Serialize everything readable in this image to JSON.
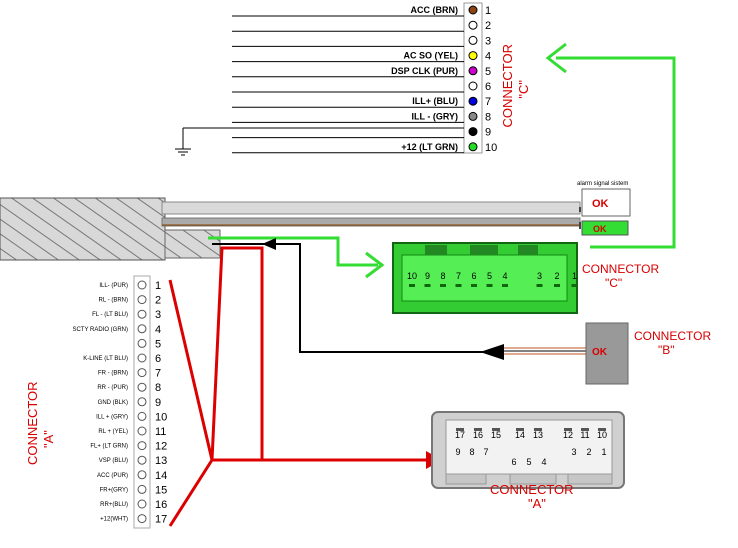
{
  "connector_c_pinout": {
    "title": "CONNECTOR \"C\"",
    "title_line1": "CONNECTOR",
    "title_line2": "\"C\"",
    "pins": [
      {
        "num": "1",
        "label": "ACC (BRN)",
        "color": "#8b4513"
      },
      {
        "num": "2",
        "label": "",
        "color": "#ffffff"
      },
      {
        "num": "3",
        "label": "",
        "color": "#ffffff"
      },
      {
        "num": "4",
        "label": "AC SO (YEL)",
        "color": "#ffff00"
      },
      {
        "num": "5",
        "label": "DSP CLK (PUR)",
        "color": "#cc00cc"
      },
      {
        "num": "6",
        "label": "",
        "color": "#ffffff"
      },
      {
        "num": "7",
        "label": "ILL+ (BLU)",
        "color": "#0000dd"
      },
      {
        "num": "8",
        "label": "ILL - (GRY)",
        "color": "#888888"
      },
      {
        "num": "9",
        "label": "",
        "color": "#000000"
      },
      {
        "num": "10",
        "label": "+12 (LT GRN)",
        "color": "#22dd22"
      }
    ]
  },
  "alarm": {
    "caption": "alarm signal sistem",
    "ok_white": "OK",
    "ok_green": "OK"
  },
  "connector_c_plug": {
    "pin_labels": [
      "10",
      "9",
      "8",
      "7",
      "6",
      "5",
      "4",
      "3",
      "2",
      "1"
    ],
    "caption_line1": "CONNECTOR",
    "caption_line2": "\"C\"",
    "color": "#33cc33"
  },
  "connector_b": {
    "ok": "OK",
    "caption_line1": "CONNECTOR",
    "caption_line2": "\"B\""
  },
  "connector_a_pinout": {
    "side_line1": "CONNECTOR",
    "side_line2": "\"A\"",
    "pins": [
      {
        "num": "1",
        "label": "ILL- (PUR)"
      },
      {
        "num": "2",
        "label": "RL - (BRN)"
      },
      {
        "num": "3",
        "label": "FL - (LT BLU)"
      },
      {
        "num": "4",
        "label": "SCTY RADIO (GRN)"
      },
      {
        "num": "5",
        "label": ""
      },
      {
        "num": "6",
        "label": "K-LINE (LT BLU)"
      },
      {
        "num": "7",
        "label": "FR - (BRN)"
      },
      {
        "num": "8",
        "label": "RR - (PUR)"
      },
      {
        "num": "9",
        "label": "GND (BLK)"
      },
      {
        "num": "10",
        "label": "ILL + (GRY)"
      },
      {
        "num": "11",
        "label": "RL + (YEL)"
      },
      {
        "num": "12",
        "label": "FL+ (LT GRN)"
      },
      {
        "num": "13",
        "label": "VSP (BLU)"
      },
      {
        "num": "14",
        "label": "ACC (PUR)"
      },
      {
        "num": "15",
        "label": "FR+(GRY)"
      },
      {
        "num": "16",
        "label": "RR+(BLU)"
      },
      {
        "num": "17",
        "label": "+12(WHT)"
      }
    ]
  },
  "connector_a_plug": {
    "top_row": [
      "17",
      "16",
      "15",
      "14",
      "13",
      "12",
      "11",
      "10"
    ],
    "bottom_row": [
      "9",
      "8",
      "7",
      "6",
      "5",
      "4",
      "3",
      "2",
      "1"
    ],
    "caption_line1": "CONNECTOR",
    "caption_line2": "\"A\""
  },
  "colors": {
    "red_wire": "#dd0000",
    "green_arrow": "#33dd33",
    "black_wire": "#000000"
  }
}
